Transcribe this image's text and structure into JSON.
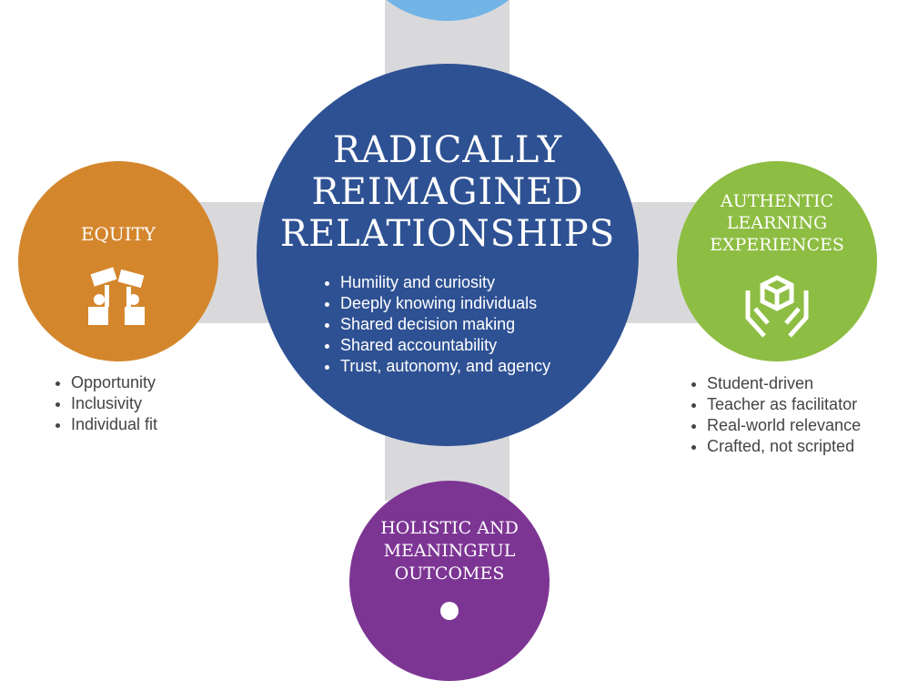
{
  "colors": {
    "center": "#2e5193",
    "equity": "#d4862c",
    "authentic": "#8dbd42",
    "holistic": "#7d3594",
    "top": "#72b4e6",
    "connector": "#d9d9dc"
  },
  "center": {
    "title": [
      "RADICALLY",
      "REIMAGINED",
      "RELATIONSHIPS"
    ],
    "items": [
      "Humility and curiosity",
      "Deeply knowing individuals",
      "Shared decision making",
      "Shared accountability",
      "Trust, autonomy, and agency"
    ]
  },
  "equity": {
    "title": "EQUITY",
    "icon": "people-lifting-blocks-icon",
    "items": [
      "Opportunity",
      "Inclusivity",
      "Individual fit"
    ]
  },
  "authentic": {
    "title": [
      "AUTHENTIC",
      "LEARNING",
      "EXPERIENCES"
    ],
    "icon": "hands-holding-box-icon",
    "items": [
      "Student-driven",
      "Teacher as facilitator",
      "Real-world relevance",
      "Crafted, not scripted"
    ]
  },
  "holistic": {
    "title": [
      "HOLISTIC AND",
      "MEANINGFUL",
      "OUTCOMES"
    ]
  }
}
